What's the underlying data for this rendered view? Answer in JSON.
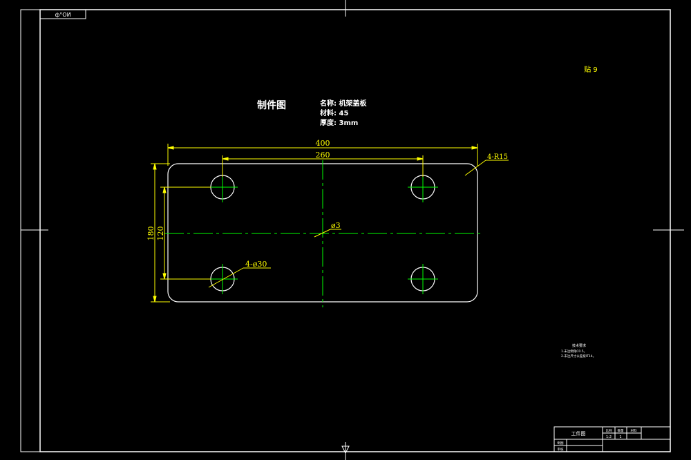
{
  "drawing": {
    "stamp_label": "ф°OИ",
    "attachment_label": "贴 9",
    "title": "制件图",
    "info": {
      "name": "名称: 机架盖板",
      "material": "材料: 45",
      "thickness": "厚度: 3mm"
    },
    "dimensions": {
      "overall_length": "400",
      "hole_spacing_x": "260",
      "overall_height": "180",
      "hole_spacing_y": "120",
      "corner_radius": "4-R15",
      "center_hole": "ø3",
      "holes": "4-ø30"
    },
    "notes": {
      "title": "技术要求",
      "line1": "1.未注倒角C0.5。",
      "line2": "2.未注尺寸公差按IT14。"
    },
    "title_block": {
      "name": "工件图",
      "col1": "比例",
      "col2": "数量",
      "col3": "材料",
      "scale": "1:2",
      "qty": "1",
      "row1": "制图",
      "row2": "审核"
    },
    "colors": {
      "frame": "#ffffff",
      "outline": "#ffffff",
      "centerline": "#00ff00",
      "dimension": "#ffff00",
      "circle": "#ffffff"
    }
  }
}
